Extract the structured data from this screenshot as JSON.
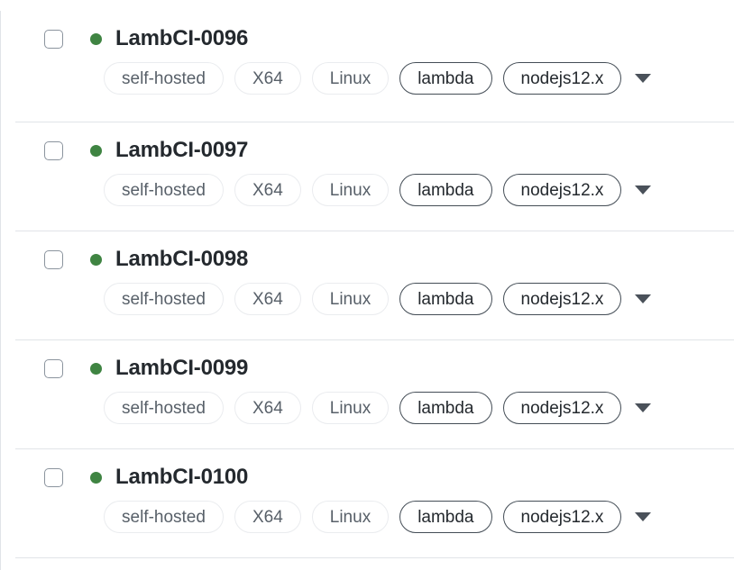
{
  "colors": {
    "status_active": "#3f8442",
    "divider": "#e1e4e8",
    "text_primary": "#24292e",
    "label_muted_text": "#586069",
    "label_muted_border": "#eaecef",
    "label_strong_border": "#444d56",
    "checkbox_border": "#8b949e",
    "caret": "#4a515a"
  },
  "list": {
    "name": "self-hosted-runners-list",
    "rows": [
      {
        "name": "LambCI-0096",
        "status": "active",
        "status_icon": "green-dot-icon",
        "checkbox_checked": false,
        "labels": [
          {
            "text": "self-hosted",
            "style": "muted"
          },
          {
            "text": "X64",
            "style": "muted"
          },
          {
            "text": "Linux",
            "style": "muted"
          },
          {
            "text": "lambda",
            "style": "strong"
          },
          {
            "text": "nodejs12.x",
            "style": "strong"
          }
        ],
        "menu_icon": "caret-down-icon"
      },
      {
        "name": "LambCI-0097",
        "status": "active",
        "status_icon": "green-dot-icon",
        "checkbox_checked": false,
        "labels": [
          {
            "text": "self-hosted",
            "style": "muted"
          },
          {
            "text": "X64",
            "style": "muted"
          },
          {
            "text": "Linux",
            "style": "muted"
          },
          {
            "text": "lambda",
            "style": "strong"
          },
          {
            "text": "nodejs12.x",
            "style": "strong"
          }
        ],
        "menu_icon": "caret-down-icon"
      },
      {
        "name": "LambCI-0098",
        "status": "active",
        "status_icon": "green-dot-icon",
        "checkbox_checked": false,
        "labels": [
          {
            "text": "self-hosted",
            "style": "muted"
          },
          {
            "text": "X64",
            "style": "muted"
          },
          {
            "text": "Linux",
            "style": "muted"
          },
          {
            "text": "lambda",
            "style": "strong"
          },
          {
            "text": "nodejs12.x",
            "style": "strong"
          }
        ],
        "menu_icon": "caret-down-icon"
      },
      {
        "name": "LambCI-0099",
        "status": "active",
        "status_icon": "green-dot-icon",
        "checkbox_checked": false,
        "labels": [
          {
            "text": "self-hosted",
            "style": "muted"
          },
          {
            "text": "X64",
            "style": "muted"
          },
          {
            "text": "Linux",
            "style": "muted"
          },
          {
            "text": "lambda",
            "style": "strong"
          },
          {
            "text": "nodejs12.x",
            "style": "strong"
          }
        ],
        "menu_icon": "caret-down-icon"
      },
      {
        "name": "LambCI-0100",
        "status": "active",
        "status_icon": "green-dot-icon",
        "checkbox_checked": false,
        "labels": [
          {
            "text": "self-hosted",
            "style": "muted"
          },
          {
            "text": "X64",
            "style": "muted"
          },
          {
            "text": "Linux",
            "style": "muted"
          },
          {
            "text": "lambda",
            "style": "strong"
          },
          {
            "text": "nodejs12.x",
            "style": "strong"
          }
        ],
        "menu_icon": "caret-down-icon"
      }
    ]
  }
}
